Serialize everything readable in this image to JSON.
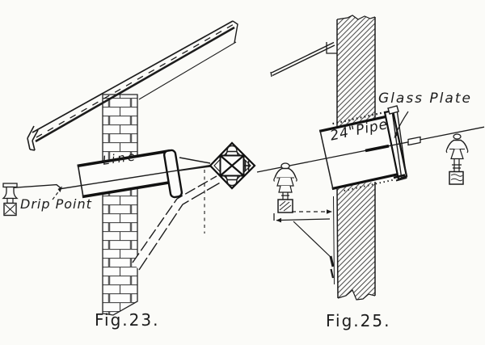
{
  "page": {
    "paper": "#fbfbf8",
    "ink": "#1c1c1c",
    "description_texts": {
      "left_caption": "Fig.23.",
      "right_caption": "Fig.25."
    }
  },
  "fig23": {
    "caption": "Fig.23.",
    "line_label": "Line",
    "drip_label": "Drip Point"
  },
  "fig25": {
    "caption": "Fig.25.",
    "pipe_label": "24\"Pipe",
    "glass_label": "Glass Plate"
  }
}
